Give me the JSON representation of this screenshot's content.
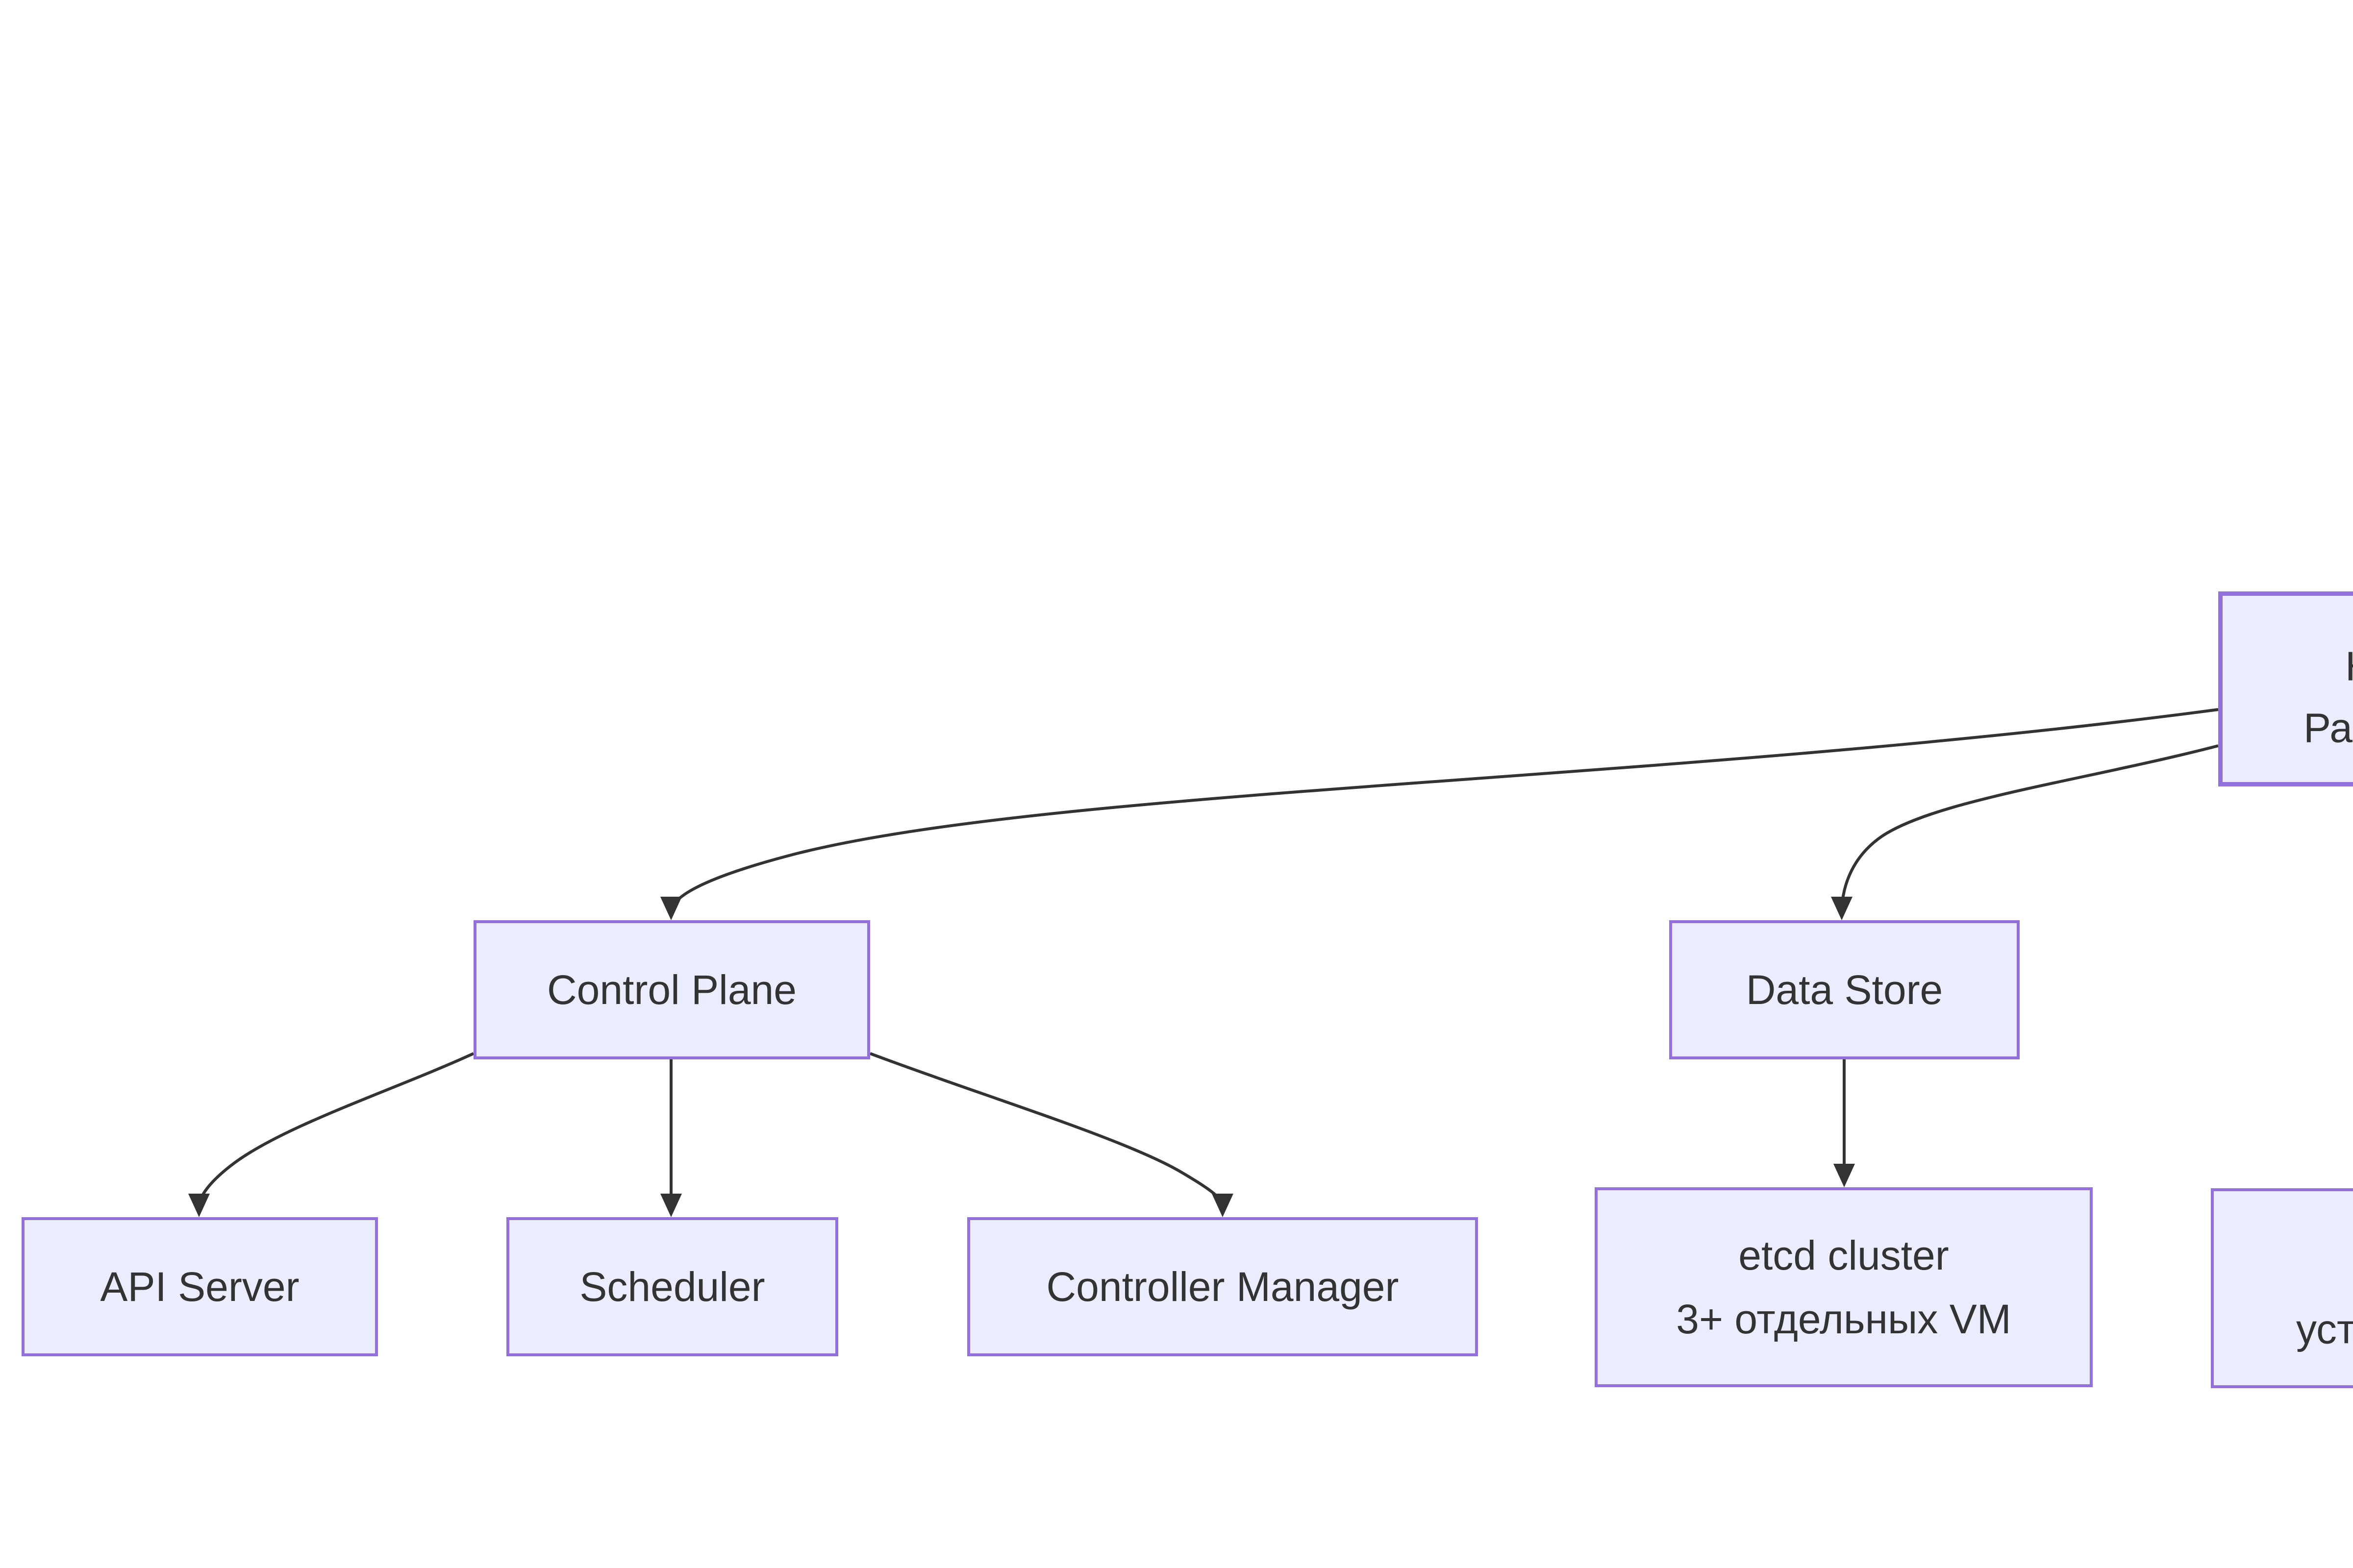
{
  "diagram": {
    "type": "flowchart",
    "orientation": "top-down",
    "colors": {
      "node_fill": "#ECECFF",
      "node_border": "#9370DB",
      "edge_stroke": "#333333",
      "text": "#333333",
      "background": "#FFFFFF"
    },
    "nodes": {
      "control_plane": {
        "label": "Control Plane"
      },
      "data_store": {
        "label": "Data Store"
      },
      "api_server": {
        "label": "API Server"
      },
      "scheduler": {
        "label": "Scheduler"
      },
      "controller_manager": {
        "label": "Controller Manager"
      },
      "etcd_cluster": {
        "line1": "etcd cluster",
        "line2": "3+ отдельных VM"
      },
      "root_clipped": {
        "line1": "К",
        "line2": "Раз"
      },
      "bottom_right_clipped": {
        "line2": "уста"
      }
    },
    "edges": [
      {
        "from": "root_clipped",
        "to": "control_plane",
        "arrow": "triangle"
      },
      {
        "from": "root_clipped",
        "to": "data_store",
        "arrow": "triangle"
      },
      {
        "from": "control_plane",
        "to": "api_server",
        "arrow": "triangle"
      },
      {
        "from": "control_plane",
        "to": "scheduler",
        "arrow": "triangle"
      },
      {
        "from": "control_plane",
        "to": "controller_manager",
        "arrow": "triangle"
      },
      {
        "from": "data_store",
        "to": "etcd_cluster",
        "arrow": "triangle"
      }
    ]
  }
}
